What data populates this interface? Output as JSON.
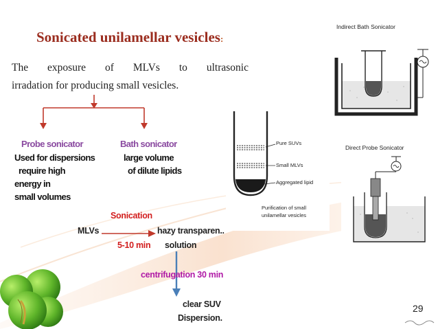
{
  "slide": {
    "title": "Sonicated unilamellar vesicles",
    "title_suffix": ":",
    "intro_line1": "The exposure of MLVs to ultrasonic",
    "intro_line2": "irradation for producing small vesicles.",
    "probe": {
      "heading": "Probe sonicator",
      "lines": [
        "Used for dispersions",
        "require high",
        "energy in",
        "small volumes"
      ]
    },
    "bath": {
      "heading": "Bath sonicator",
      "lines": [
        "large volume",
        "of dilute lipids"
      ]
    },
    "process": {
      "sonication": "Sonication",
      "mlvs": "MLVs",
      "hazy": "hazy transparen..",
      "time": "5-10 min",
      "solution": "solution",
      "centrifugation": "centrifugation 30 min",
      "clear": "clear SUV",
      "dispersion": "Dispersion."
    },
    "page_number": "29"
  },
  "figures": {
    "indirect_title": "Indirect Bath Sonicator",
    "direct_title": "Direct Probe Sonicator",
    "tube": {
      "pure_suvs": "Pure SUVs",
      "small_mlvs": "Small MLVs",
      "aggregated": "Aggregated lipid",
      "caption_line1": "Purification of small",
      "caption_line2": "unilamellar vesicles"
    }
  },
  "colors": {
    "title": "#9b2d1f",
    "heading_purple": "#8a4aa0",
    "arrow_red": "#c0392b",
    "process_red": "#d21e1e",
    "process_magenta": "#b01aa6",
    "blue_arrow": "#4a7fb8"
  }
}
